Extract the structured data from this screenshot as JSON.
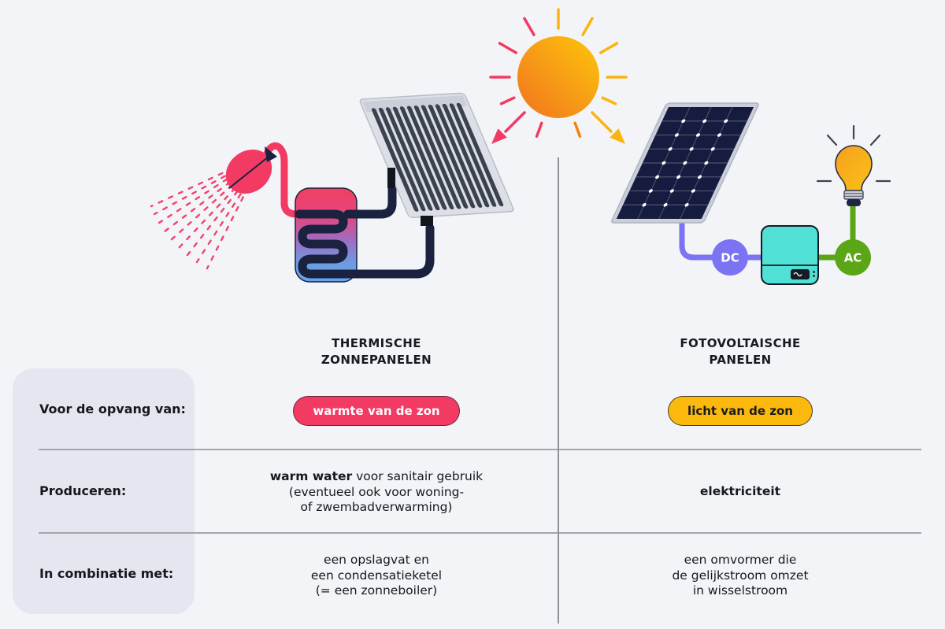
{
  "columns": {
    "thermal": {
      "title_line1": "THERMISCHE",
      "title_line2": "ZONNEPANELEN"
    },
    "pv": {
      "title_line1": "FOTOVOLTAISCHE",
      "title_line2": "PANELEN"
    }
  },
  "rows": {
    "capture": {
      "label": "Voor de opvang van:",
      "thermal_pill": "warmte van de zon",
      "pv_pill": "licht van de zon"
    },
    "produce": {
      "label": "Produceren:",
      "thermal_bold": "warm water",
      "thermal_line1_rest": " voor sanitair gebruik",
      "thermal_line2": "(eventueel ook voor woning-",
      "thermal_line3": "of zwembadverwarming)",
      "pv": "elektriciteit"
    },
    "combine": {
      "label": "In combinatie met:",
      "thermal_line1": "een opslagvat en",
      "thermal_line2": "een condensatieketel",
      "thermal_line3": "(= een zonneboiler)",
      "pv_line1": "een omvormer die",
      "pv_line2": "de gelijkstroom omzet",
      "pv_line3": "in wisselstroom"
    }
  },
  "diagram": {
    "dc_label": "DC",
    "ac_label": "AC"
  },
  "colors": {
    "background": "#F3F4F7",
    "pink": "#F23A63",
    "yellow": "#FBB40F",
    "orange": "#F5820C",
    "blue": "#63A3E8",
    "purple": "#7C73F2",
    "green": "#5AA617",
    "teal": "#50E0D6",
    "panel_navy": "#161C3F",
    "label_panel_gray": "#E4E7F0"
  }
}
